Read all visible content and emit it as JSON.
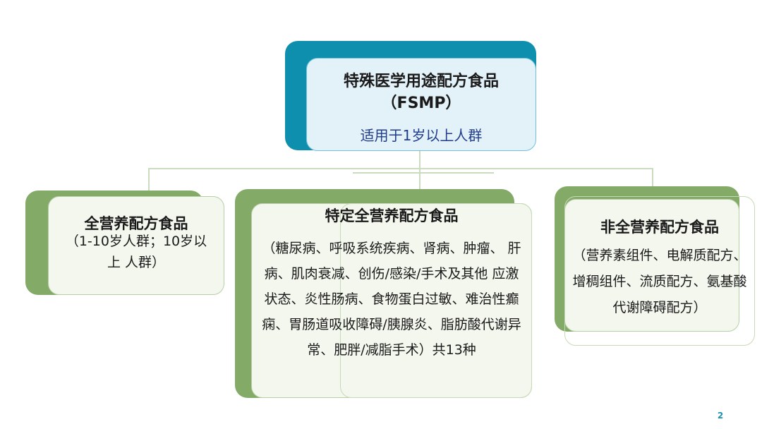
{
  "top": {
    "title": "特殊医学用途配方食品",
    "subtitle": "（FSMP）",
    "note": "适用于1岁以上人群"
  },
  "left_box": {
    "title": "全营养配方食品",
    "body": "（1-10岁人群；10岁以上 人群）"
  },
  "middle_box": {
    "title": "特定全营养配方食品",
    "body": "（糖尿病、呼吸系统疾病、肾病、肿瘤、 肝病、肌肉衰减、创伤/感染/手术及其他 应激状态、炎性肠病、食物蛋白过敏、难治性癫痫、胃肠道吸收障碍/胰腺炎、脂肪酸代谢异常、肥胖/减脂手术）共13种"
  },
  "right_box": {
    "title": "非全营养配方食品",
    "body": "（营养素组件、电解质配方、 增稠组件、流质配方、氨基酸 代谢障碍配方）"
  },
  "page_number": "2",
  "colors": {
    "top_accent": "#0e8fae",
    "green_accent": "#84aa68",
    "note_text": "#1f3c8a"
  }
}
